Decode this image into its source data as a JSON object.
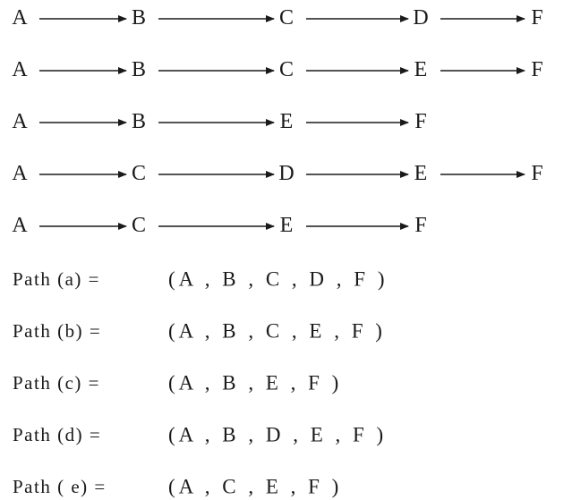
{
  "arrow_rows": [
    [
      "A",
      "B",
      "C",
      "D",
      "F"
    ],
    [
      "A",
      "B",
      "C",
      "E",
      "F"
    ],
    [
      "A",
      "B",
      "E",
      "F"
    ],
    [
      "A",
      "C",
      "D",
      "E",
      "F"
    ],
    [
      "A",
      "C",
      "E",
      "F"
    ]
  ],
  "path_lines": [
    {
      "prefix": "Path (a) =",
      "tuple": "(A , B , C , D , F )"
    },
    {
      "prefix": "Path (b) =",
      "tuple": "(A , B , C , E , F )"
    },
    {
      "prefix": "Path (c) =",
      "tuple": "(A , B , E , F )"
    },
    {
      "prefix": "Path (d) =",
      "tuple": "(A , B , D , E , F )"
    },
    {
      "prefix": "Path ( e) =",
      "tuple": "(A , C , E , F )"
    }
  ],
  "colors": {
    "text": "#1a1a1a",
    "arrow": "#1a1a1a",
    "background": "#ffffff"
  }
}
